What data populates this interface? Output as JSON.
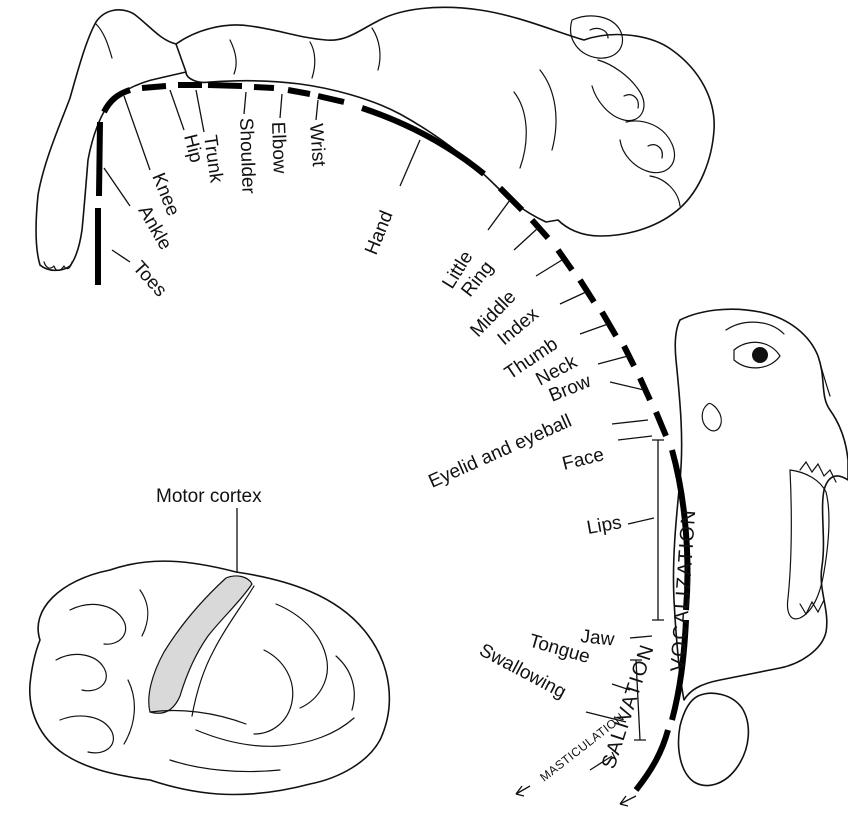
{
  "diagram": {
    "title_label": "Motor cortex",
    "body_labels": {
      "toes": "Toes",
      "ankle": "Ankle",
      "knee": "Knee",
      "hip": "Hip",
      "trunk": "Trunk",
      "shoulder": "Shoulder",
      "elbow": "Elbow",
      "wrist": "Wrist",
      "hand": "Hand",
      "little": "Little",
      "ring": "Ring",
      "middle": "Middle",
      "index": "Index",
      "thumb": "Thumb",
      "neck": "Neck",
      "brow": "Brow",
      "eyelid": "Eyelid and eyeball",
      "face": "Face",
      "lips": "Lips",
      "jaw": "Jaw",
      "tongue": "Tongue",
      "swallowing": "Swallowing"
    },
    "function_labels": {
      "vocalization": "VOCALIZATION",
      "salivation": "SALIVATION",
      "mastication": "MASTICULATION"
    }
  }
}
